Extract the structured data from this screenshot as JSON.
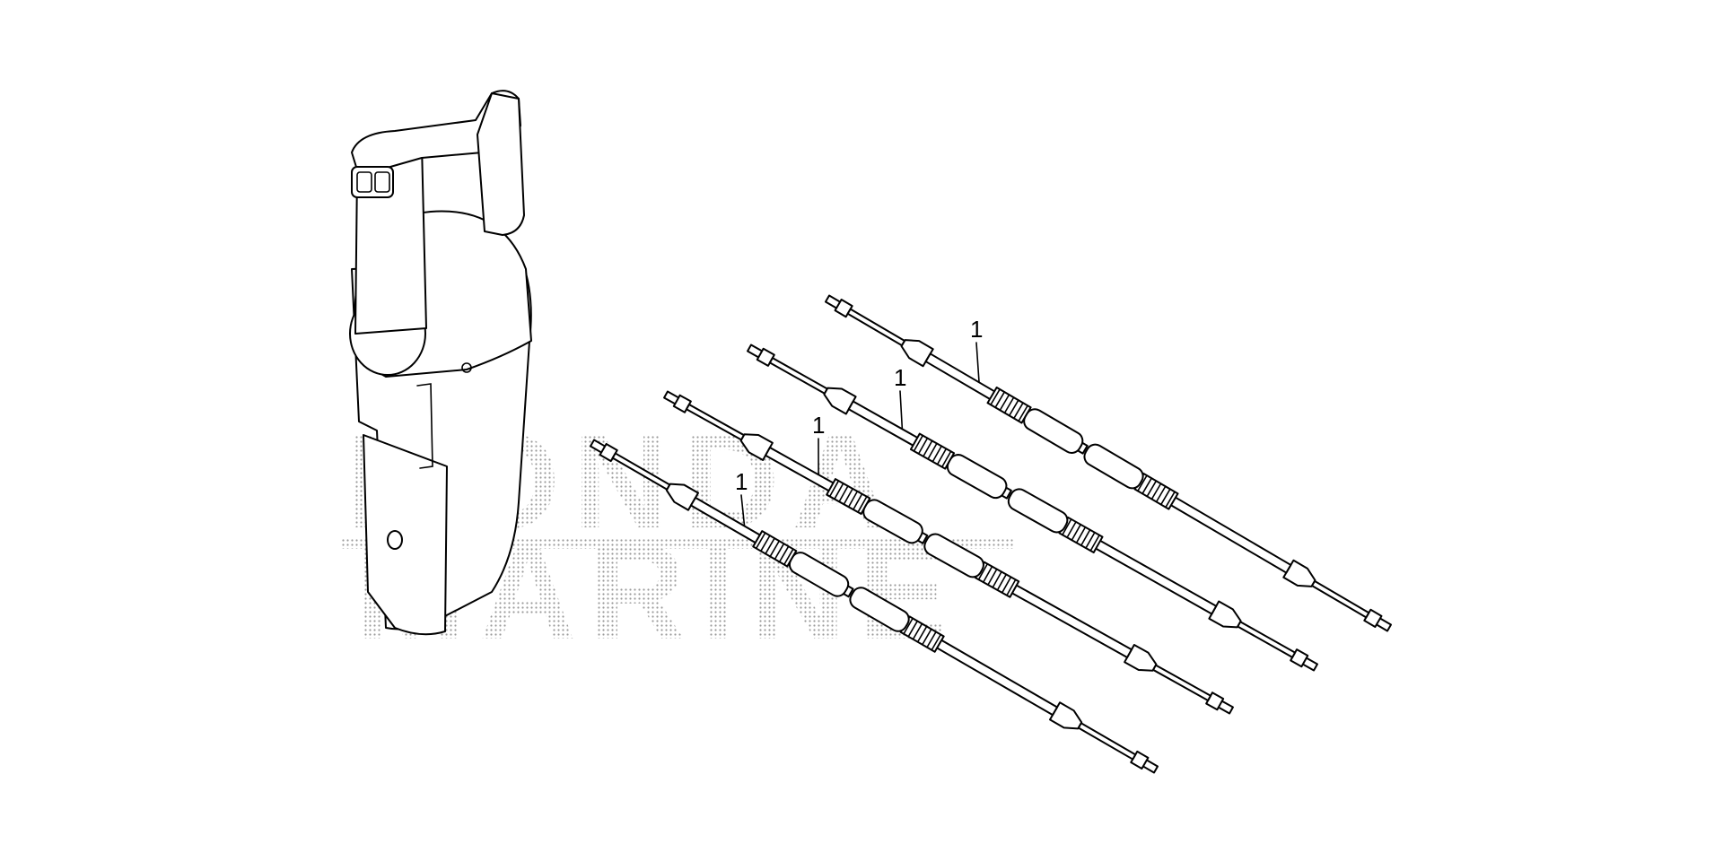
{
  "watermark": {
    "line1": "HONDA",
    "line2": "MARINE"
  },
  "parts": [
    {
      "callout": "1"
    },
    {
      "callout": "1"
    },
    {
      "callout": "1"
    },
    {
      "callout": "1"
    }
  ],
  "colors": {
    "ink": "#000000",
    "background": "#ffffff",
    "watermark": "#9a9a9a"
  }
}
